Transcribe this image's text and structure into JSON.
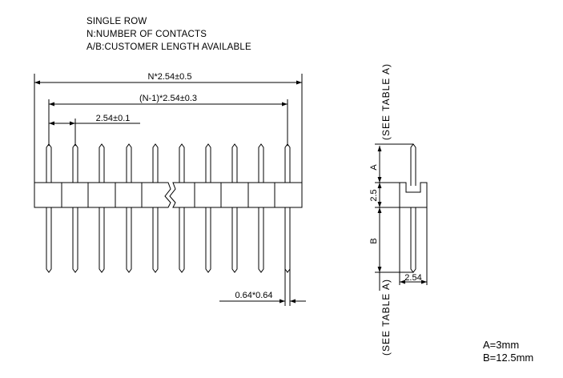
{
  "notes": {
    "line1": "SINGLE ROW",
    "line2": "N:NUMBER OF CONTACTS",
    "line3": "A/B:CUSTOMER LENGTH AVAILABLE"
  },
  "front_view": {
    "overall_length": "N*2.54±0.5",
    "span_length": "(N-1)*2.54±0.3",
    "pitch": "2.54±0.1",
    "pin_section": "0.64*0.64"
  },
  "side_view": {
    "see_table_top": "(SEE TABLE A)",
    "see_table_bottom": "(SEE TABLE A)",
    "label_a": "A",
    "label_housing": "2.5",
    "label_b": "B",
    "width": "2.54"
  },
  "spec": {
    "a_value": "A=3mm",
    "b_value": "B=12.5mm"
  }
}
